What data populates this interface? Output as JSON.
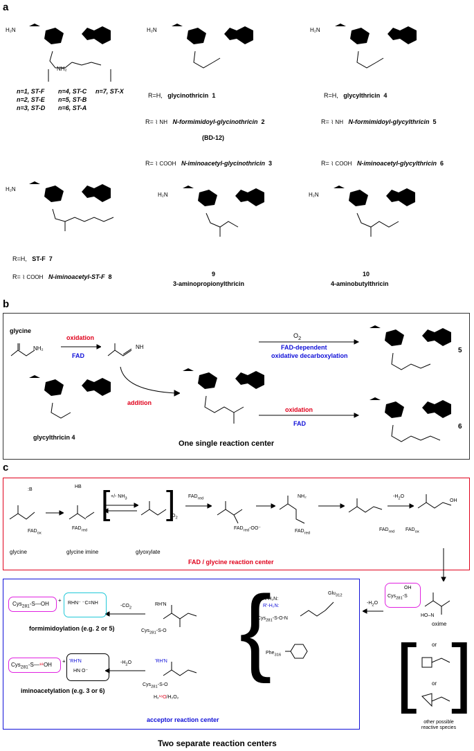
{
  "panel_a": {
    "letter": "a",
    "st_series": [
      {
        "n": "n=1, ST-F"
      },
      {
        "n": "n=2, ST-E"
      },
      {
        "n": "n=3, ST-D"
      },
      {
        "n": "n=4, ST-C"
      },
      {
        "n": "n=5, ST-B"
      },
      {
        "n": "n=6, ST-A"
      },
      {
        "n": "n=7, ST-X"
      }
    ],
    "sub_n": "n",
    "glycinothricin_col": [
      {
        "r": "R=H,",
        "name": "glycinothricin",
        "num": "1"
      },
      {
        "r": "R=",
        "name": "N-formimidoyl-glycinothricin",
        "num": "2"
      },
      {
        "r": "R=",
        "name": "N-iminoacetyl-glycinothricin",
        "num": "3"
      }
    ],
    "bd12": "(BD-12)",
    "glycylthricin_col": [
      {
        "r": "R=H,",
        "name": "glycylthricin",
        "num": "4"
      },
      {
        "r": "R=",
        "name": "N-formimidoyl-glycylthricin",
        "num": "5"
      },
      {
        "r": "R=",
        "name": "N-iminoacetyl-glycylthricin",
        "num": "6"
      }
    ],
    "stf_col": [
      {
        "r": "R=H,",
        "name": "ST-F",
        "num": "7"
      },
      {
        "r": "R=",
        "name": "N-iminoacetyl-ST-F",
        "num": "8"
      }
    ],
    "cmpd9": {
      "num": "9",
      "name": "3-aminopropionylthricin"
    },
    "cmpd10": {
      "num": "10",
      "name": "4-aminobutylthricin"
    }
  },
  "panel_b": {
    "letter": "b",
    "glycine": "glycine",
    "oxidation1": "oxidation",
    "fad1": "FAD",
    "addition": "addition",
    "o2": "O",
    "o2_sub": "2",
    "fad_dep": "FAD-dependent",
    "ox_decarb": "oxidative decarboxylation",
    "oxidation2": "oxidation",
    "fad2": "FAD",
    "glycylthricin": "glycylthricin",
    "glycylthricin_num": "4",
    "product5": "5",
    "product6": "6",
    "center_caption": "One single reaction center"
  },
  "panel_c": {
    "letter": "c",
    "red_box_title": "FAD / glycine reaction center",
    "blue_box_title": "acceptor reaction center",
    "glycine": "glycine",
    "glycine_imine": "glycine imine",
    "glyoxylate": "glyoxylate",
    "nh3": "+/- NH",
    "fadred": "FAD",
    "fadox": "FAD",
    "minus_h2o_1": "-H",
    "minus_h2o_2": "-H",
    "minus_h2o_3": "-H",
    "minus_co2": "-CO",
    "oxime": "oxime",
    "cys281": "Cys",
    "glu312": "Glu",
    "phe316": "Phe",
    "formimidoylation": "formimidoylation (e.g. 2 or 5)",
    "iminoacetylation": "iminoacetylation (e.g. 3 or 6)",
    "or1": "or",
    "or2": "or",
    "other_species": "other possible reactive species",
    "bottom_caption": "Two separate reaction centers"
  },
  "colors": {
    "red": "#e0001b",
    "blue": "#1010d8",
    "magenta_box": "#e020e0",
    "cyan_box": "#20c8d8",
    "panel_b_border": "#333333",
    "red_box": "#e0001b",
    "blue_box": "#1010d8"
  }
}
